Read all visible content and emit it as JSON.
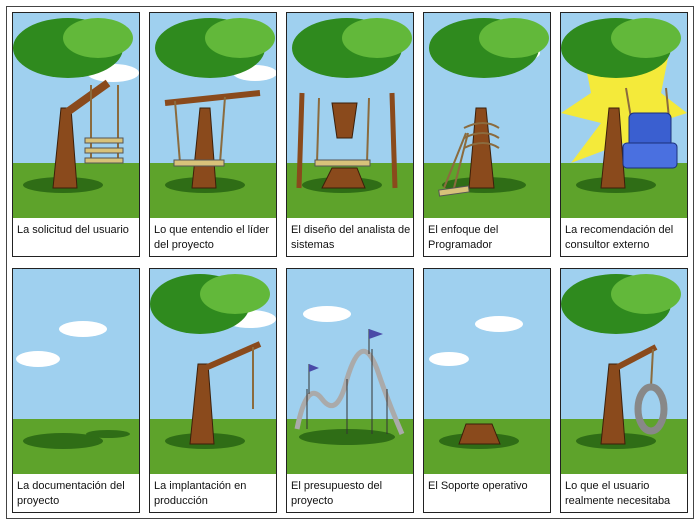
{
  "captions": [
    "La solicitud del usuario",
    "Lo que entendio el líder del proyecto",
    "El diseño del analista de sistemas",
    "El enfoque del Programador",
    "La recomendación del consultor externo",
    "La documentación del proyecto",
    "La implantación en producción",
    "El presupuesto del proyecto",
    "El Soporte operativo",
    "Lo que el usuario realmente necesitaba"
  ],
  "colors": {
    "sky": "#9fd0ef",
    "grass": "#5ea32b",
    "grass_dark": "#2f6d16",
    "foliage": "#2f8a1e",
    "foliage_light": "#62b83a",
    "trunk": "#8a4a1c",
    "rope": "#8b6b3e",
    "seat": "#d8c27a"
  }
}
